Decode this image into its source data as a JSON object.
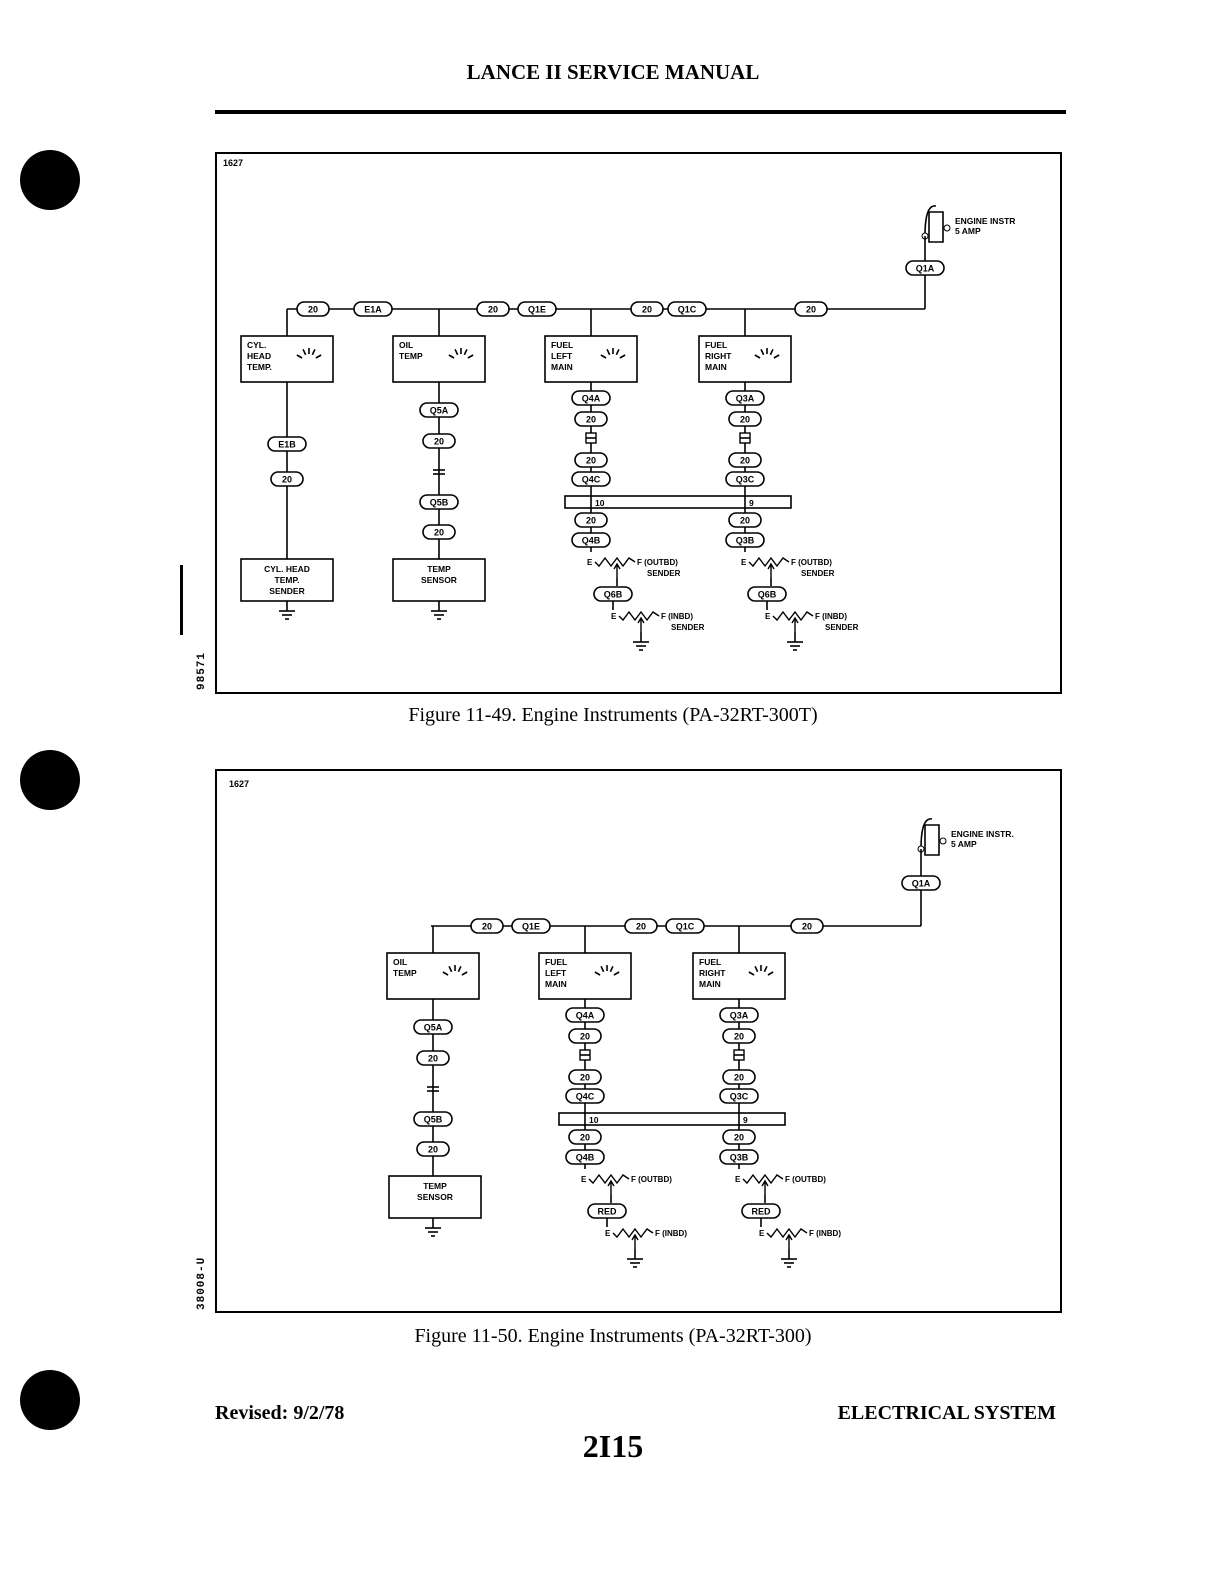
{
  "header": {
    "title": "LANCE II SERVICE MANUAL"
  },
  "figure1": {
    "panel_code": "1627",
    "side_code": "98571",
    "caption": "Figure 11-49.  Engine Instruments (PA-32RT-300T)",
    "breaker": {
      "line1": "ENGINE INSTR",
      "line2": "5 AMP"
    },
    "bus_labels": [
      "Q1A",
      "20",
      "E1A",
      "20",
      "Q1E",
      "20",
      "Q1C",
      "20"
    ],
    "gauges": [
      {
        "lines": [
          "CYL.",
          "HEAD",
          "TEMP."
        ]
      },
      {
        "lines": [
          "OIL",
          "TEMP"
        ]
      },
      {
        "lines": [
          "FUEL",
          "LEFT",
          "MAIN"
        ]
      },
      {
        "lines": [
          "FUEL",
          "RIGHT",
          "MAIN"
        ]
      }
    ],
    "col1_wires": [
      "E1B",
      "20"
    ],
    "col2_wires": [
      "Q5A",
      "20",
      "Q5B",
      "20"
    ],
    "col3_wires": [
      "Q4A",
      "20",
      "20",
      "Q4C",
      "20",
      "Q4B",
      "Q6B"
    ],
    "col4_wires": [
      "Q3A",
      "20",
      "20",
      "Q3C",
      "20",
      "Q3B",
      "Q6B"
    ],
    "connector_pins": [
      "10",
      "9"
    ],
    "sensors": [
      {
        "lines": [
          "CYL. HEAD",
          "TEMP.",
          "SENDER"
        ]
      },
      {
        "lines": [
          "TEMP",
          "SENSOR"
        ]
      }
    ],
    "sender_labels": {
      "e": "E",
      "outbd": "F (OUTBD)",
      "outbd_sender": "SENDER",
      "inbd": "F (INBD)",
      "inbd_sender": "SENDER"
    }
  },
  "figure2": {
    "panel_code": "1627",
    "side_code": "38008-U",
    "caption": "Figure 11-50.  Engine Instruments (PA-32RT-300)",
    "breaker": {
      "line1": "ENGINE INSTR.",
      "line2": "5 AMP"
    },
    "bus_labels": [
      "Q1A",
      "20",
      "Q1E",
      "20",
      "Q1C",
      "20"
    ],
    "gauges": [
      {
        "lines": [
          "OIL",
          "TEMP"
        ]
      },
      {
        "lines": [
          "FUEL",
          "LEFT",
          "MAIN"
        ]
      },
      {
        "lines": [
          "FUEL",
          "RIGHT",
          "MAIN"
        ]
      }
    ],
    "col2_wires": [
      "Q5A",
      "20",
      "Q5B",
      "20"
    ],
    "col3_wires": [
      "Q4A",
      "20",
      "20",
      "Q4C",
      "20",
      "Q4B",
      "RED"
    ],
    "col4_wires": [
      "Q3A",
      "20",
      "20",
      "Q3C",
      "20",
      "Q3B",
      "RED"
    ],
    "connector_pins": [
      "10",
      "9"
    ],
    "sensors": [
      {
        "lines": [
          "TEMP",
          "SENSOR"
        ]
      }
    ],
    "sender_labels": {
      "e": "E",
      "outbd": "F (OUTBD)",
      "inbd": "F (INBD)"
    }
  },
  "footer": {
    "revised": "Revised: 9/2/78",
    "section": "ELECTRICAL SYSTEM",
    "page": "2I15"
  }
}
